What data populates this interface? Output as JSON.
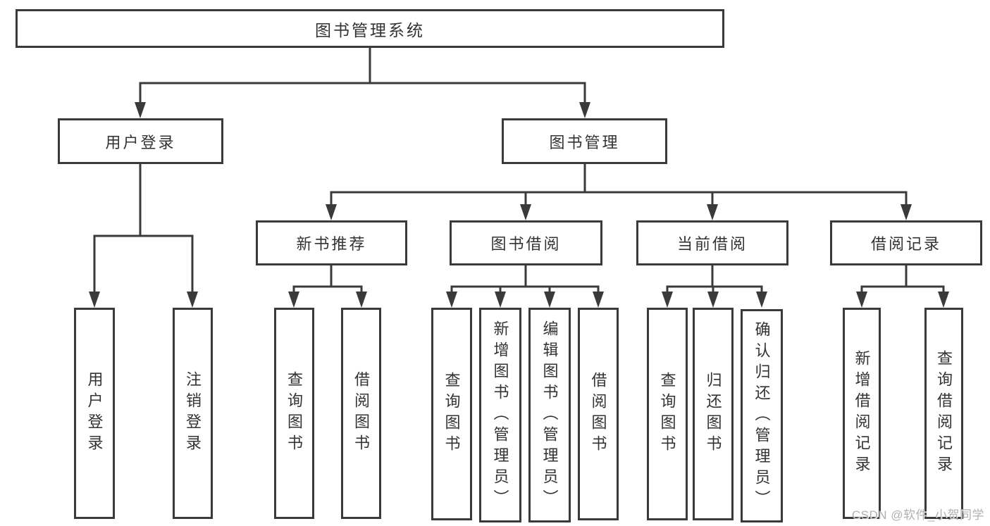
{
  "colors": {
    "line": "#3a3a3a",
    "border": "#3a3a3a",
    "text": "#333333",
    "watermark": "#b0b0b0",
    "background": "#ffffff"
  },
  "watermark": "CSDN @软件_小贺同学",
  "nodes": {
    "root": {
      "label": "图书管理系统"
    },
    "login": {
      "label": "用户登录"
    },
    "management": {
      "label": "图书管理"
    },
    "login_user": {
      "label": "用户登录"
    },
    "login_logout": {
      "label": "注销登录"
    },
    "recommend": {
      "label": "新书推荐"
    },
    "borrowing": {
      "label": "图书借阅"
    },
    "current": {
      "label": "当前借阅"
    },
    "records": {
      "label": "借阅记录"
    },
    "recommend_query": {
      "label": "查询图书"
    },
    "recommend_borrow": {
      "label": "借阅图书"
    },
    "borrowing_query": {
      "label": "查询图书"
    },
    "borrowing_add": {
      "label": "新增图书（管理员）"
    },
    "borrowing_edit": {
      "label": "编辑图书（管理员）"
    },
    "borrowing_borrow": {
      "label": "借阅图书"
    },
    "current_query": {
      "label": "查询图书"
    },
    "current_return": {
      "label": "归还图书"
    },
    "current_confirm": {
      "label": "确认归还（管理员）"
    },
    "records_add": {
      "label": "新增借阅记录"
    },
    "records_query": {
      "label": "查询借阅记录"
    }
  },
  "hierarchy": {
    "root": "图书管理系统",
    "children": [
      {
        "label": "用户登录",
        "children": [
          "用户登录",
          "注销登录"
        ]
      },
      {
        "label": "图书管理",
        "children": [
          {
            "label": "新书推荐",
            "children": [
              "查询图书",
              "借阅图书"
            ]
          },
          {
            "label": "图书借阅",
            "children": [
              "查询图书",
              "新增图书（管理员）",
              "编辑图书（管理员）",
              "借阅图书"
            ]
          },
          {
            "label": "当前借阅",
            "children": [
              "查询图书",
              "归还图书",
              "确认归还（管理员）"
            ]
          },
          {
            "label": "借阅记录",
            "children": [
              "新增借阅记录",
              "查询借阅记录"
            ]
          }
        ]
      }
    ]
  }
}
